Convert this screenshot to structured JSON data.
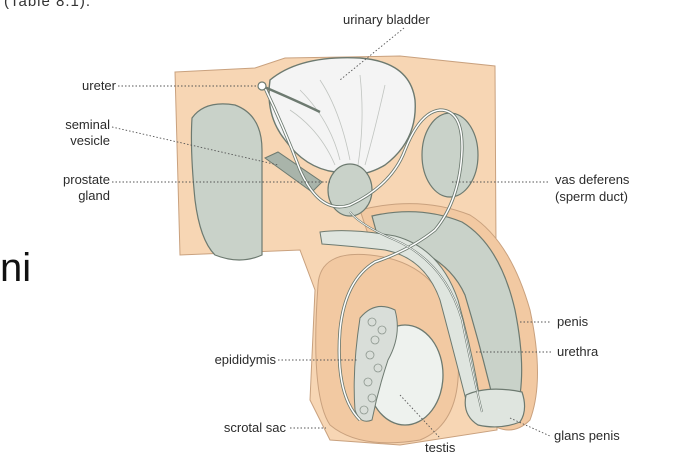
{
  "fragments": {
    "top_cut_text": "(Table 8.1).",
    "side_cut_text": "ni"
  },
  "labels": {
    "urinary_bladder": "urinary bladder",
    "ureter": "ureter",
    "seminal_vesicle_1": "seminal",
    "seminal_vesicle_2": "vesicle",
    "prostate_gland_1": "prostate",
    "prostate_gland_2": "gland",
    "vas_deferens_1": "vas deferens",
    "vas_deferens_2": "(sperm duct)",
    "penis": "penis",
    "urethra": "urethra",
    "epididymis": "epididymis",
    "glans_penis": "glans penis",
    "scrotal_sac": "scrotal sac",
    "testis": "testis"
  },
  "colors": {
    "body": "#f7d6b4",
    "body_edge": "#c9a17e",
    "organ": "#c9d2c9",
    "organ_edge": "#6d7a70",
    "testis": "#eef2ee",
    "leader": "#555555"
  }
}
